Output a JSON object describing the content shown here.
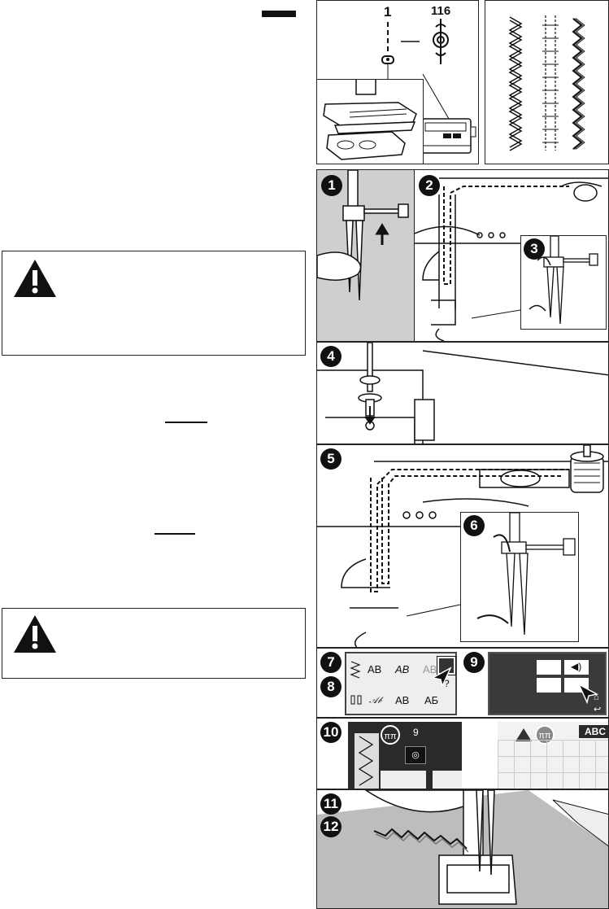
{
  "stitch_range": {
    "from": "1",
    "to": "116"
  },
  "steps": [
    "1",
    "2",
    "3",
    "4",
    "5",
    "6",
    "7",
    "8",
    "9",
    "10",
    "11",
    "12"
  ],
  "screen_a": {
    "items": [
      "AB",
      "AB",
      "AB",
      "AБ"
    ],
    "help": "?"
  },
  "screen_c": {
    "number": "9"
  },
  "screen_d": {
    "label": "ABC"
  },
  "icons": [
    "warning-icon",
    "needle-icon",
    "sound-icon",
    "twin-needle-icon",
    "home-icon",
    "back-icon"
  ]
}
